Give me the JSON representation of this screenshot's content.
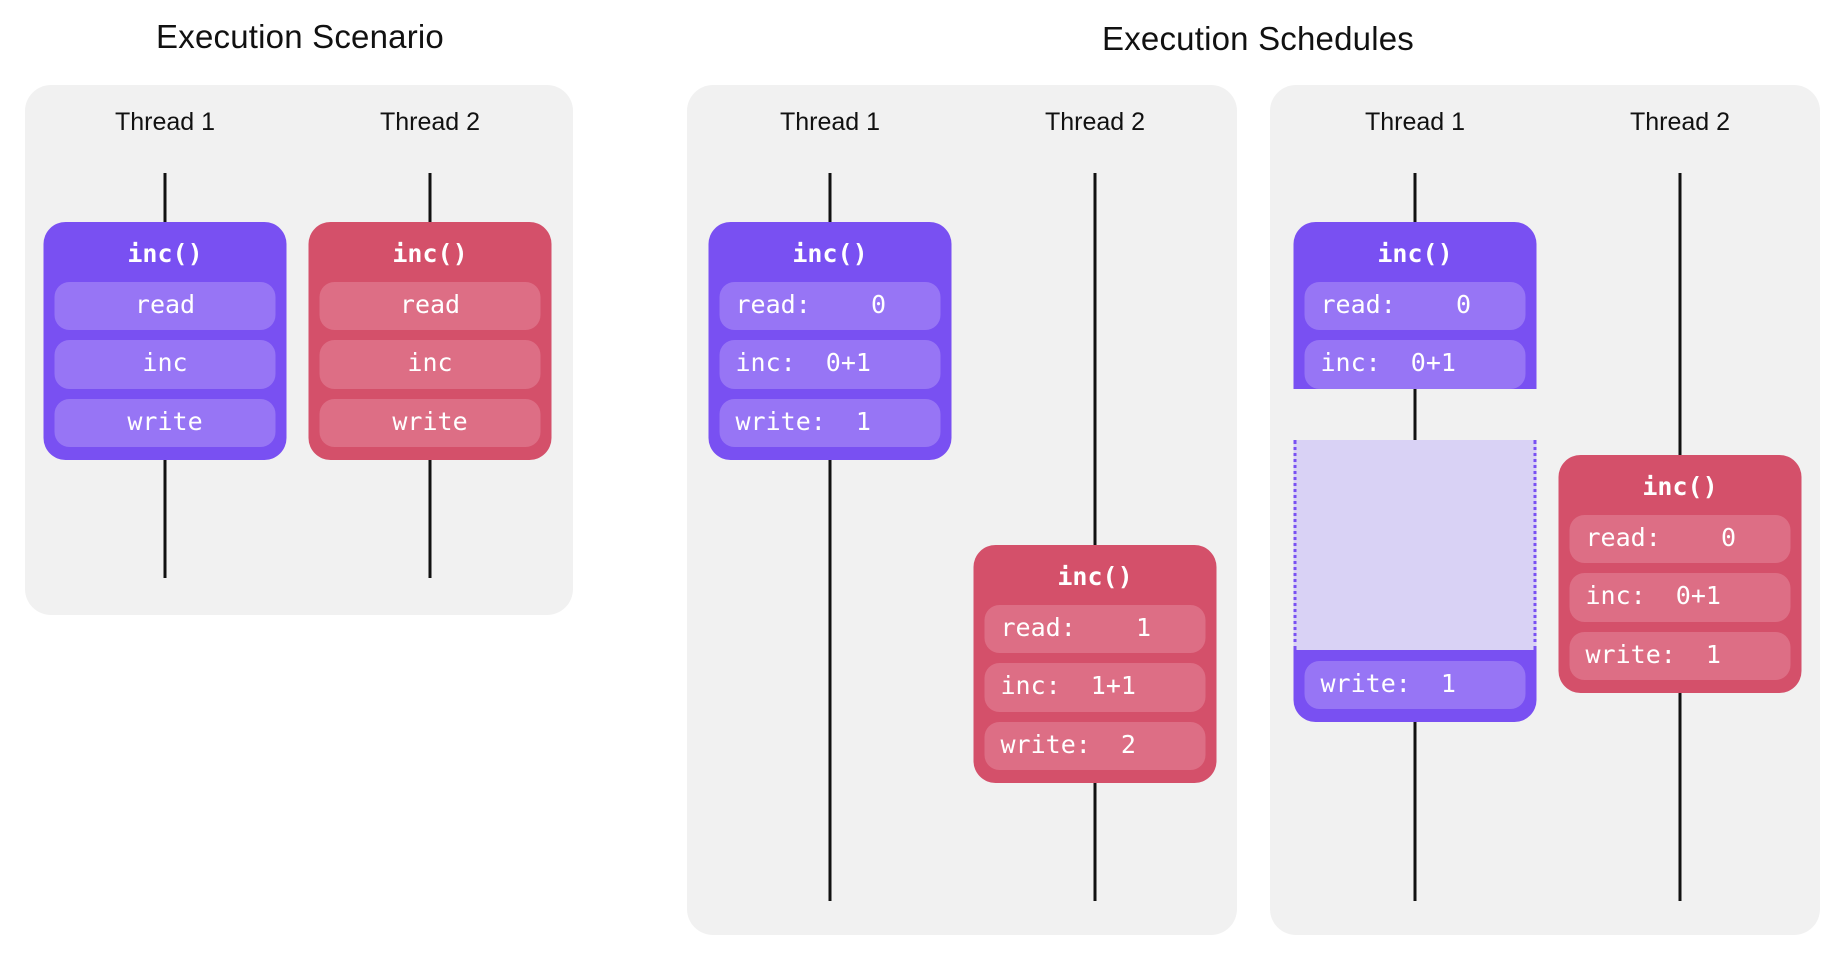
{
  "titles": {
    "left": "Execution Scenario",
    "right": "Execution Schedules"
  },
  "thread_labels": {
    "t1": "Thread 1",
    "t2": "Thread 2"
  },
  "colors": {
    "thread1_accent": "#7950f2",
    "thread1_step": "#9775f5",
    "thread2_accent": "#d4506a",
    "thread2_step": "#dd6e85",
    "panel_bg": "#f1f1f1",
    "pause_fill": "#d9d2f5",
    "timeline": "#111111",
    "page_bg": "#ffffff"
  },
  "scenario": {
    "thread1": {
      "call_label": "inc()",
      "steps": [
        "read",
        "inc",
        "write"
      ]
    },
    "thread2": {
      "call_label": "inc()",
      "steps": [
        "read",
        "inc",
        "write"
      ]
    }
  },
  "schedule_sequential": {
    "thread1": {
      "call_label": "inc()",
      "steps": [
        "read:    0",
        "inc:  0+1",
        "write:  1"
      ]
    },
    "thread2": {
      "call_label": "inc()",
      "steps": [
        "read:    1",
        "inc:  1+1",
        "write:  2"
      ]
    }
  },
  "schedule_interleaved": {
    "thread1": {
      "call_label": "inc()",
      "steps_before": [
        "read:    0",
        "inc:  0+1"
      ],
      "steps_after": [
        "write:  1"
      ]
    },
    "thread2": {
      "call_label": "inc()",
      "steps": [
        "read:    0",
        "inc:  0+1",
        "write:  1"
      ]
    }
  }
}
